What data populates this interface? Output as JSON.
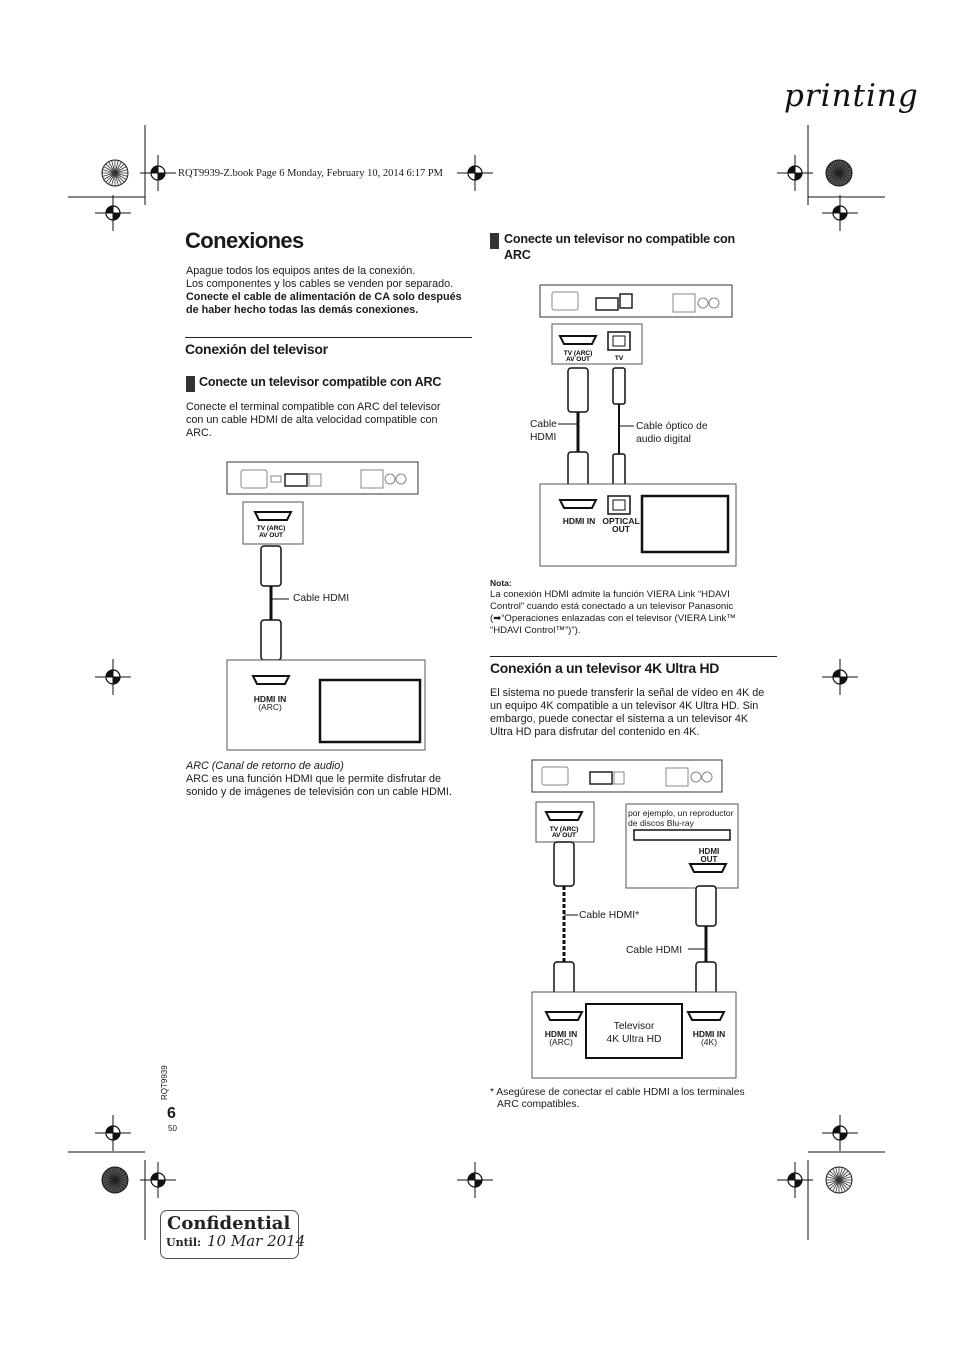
{
  "header": {
    "printing": "printing",
    "file_line": "RQT9939-Z.book  Page 6  Monday, February 10, 2014  6:17 PM"
  },
  "page_title": "Conexiones",
  "intro": {
    "line1": "Apague todos los equipos antes de la conexión.",
    "line2": "Los componentes y los cables se venden por separado.",
    "bold1": "Conecte el cable de alimentación de CA solo después",
    "bold2": "de haber hecho todas las demás conexiones."
  },
  "section_tv": {
    "heading": "Conexión del televisor",
    "arc": {
      "heading": "Conecte un televisor compatible con ARC",
      "l1": "Conecte el terminal compatible con ARC del televisor",
      "l2": "con un cable HDMI de alta velocidad compatible con",
      "l3": "ARC.",
      "cable_label": "Cable HDMI",
      "port_label": "TV (ARC)\nAV OUT",
      "tv_port_label": "HDMI IN",
      "tv_port_sub": "(ARC)",
      "def_title": "ARC (Canal de retorno de audio)",
      "def_l1": "ARC es una función HDMI que le permite disfrutar de",
      "def_l2": "sonido y de imágenes de televisión con un cable HDMI."
    }
  },
  "non_arc": {
    "heading_l1": "Conecte un televisor no compatible con",
    "heading_l2": "ARC",
    "cable_hdmi_1": "Cable",
    "cable_hdmi_2": "HDMI",
    "optical_1": "Cable óptico de",
    "optical_2": "audio digital",
    "hdmi_in": "HDMI IN",
    "optical_out_1": "OPTICAL",
    "optical_out_2": "OUT",
    "tv_small": "TV",
    "note_title": "Nota:",
    "note_l1": "La conexión HDMI admite la función VIERA Link “HDAVI",
    "note_l2": "Control” cuando está conectado a un televisor Panasonic",
    "note_l3": "(➡“Operaciones enlazadas con el televisor (VIERA Link™",
    "note_l4": "“HDAVI Control™”)”)."
  },
  "uhd": {
    "heading": "Conexión a un televisor 4K Ultra HD",
    "l1": "El sistema no puede transferir la señal de vídeo en 4K de",
    "l2": "un equipo 4K compatible a un televisor 4K Ultra HD. Sin",
    "l3": "embargo, puede conectar el sistema a un televisor 4K",
    "l4": "Ultra HD para disfrutar del contenido en 4K.",
    "player_1": "por ejemplo, un reproductor",
    "player_2": "de discos Blu-ray",
    "hdmi_out": "HDMI OUT",
    "cable_star": "Cable HDMI*",
    "cable": "Cable HDMI",
    "tv_1": "Televisor",
    "tv_2": "4K Ultra HD",
    "in_arc": "HDMI IN",
    "in_arc_sub": "(ARC)",
    "in_4k": "HDMI IN",
    "in_4k_sub": "(4K)",
    "foot_1": "* Asegúrese de conectar el cable HDMI a los terminales",
    "foot_2": "ARC compatibles."
  },
  "footer": {
    "page_number": "6",
    "doc_code": "RQT9939",
    "sheet": "50",
    "confidential": "Confidential",
    "until_label": "Until:",
    "until_date": "10 Mar 2014"
  }
}
